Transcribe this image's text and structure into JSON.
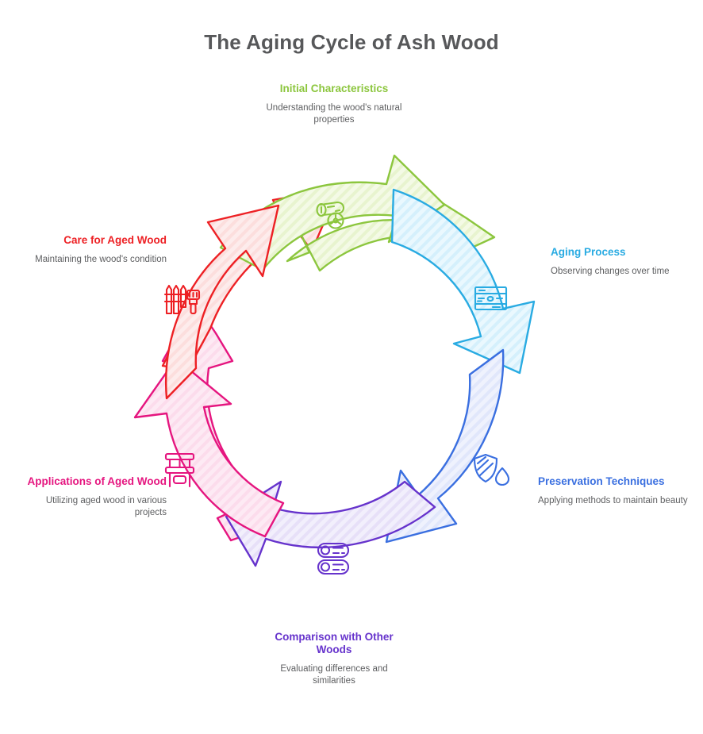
{
  "page": {
    "title": "The Aging Cycle of Ash Wood",
    "title_color": "#57585a",
    "background": "#ffffff",
    "diagram_type": "circular-cycle",
    "direction": "clockwise",
    "step_count": 6
  },
  "chart_data": {
    "type": "cycle-diagram",
    "title": "The Aging Cycle of Ash Wood",
    "steps": [
      {
        "index": 1,
        "label": "Initial Characteristics",
        "description": "Understanding the wood's natural properties",
        "color": "#8cc63e",
        "fill": "#f2f9e2",
        "icon": "log-rings-icon",
        "position": "top"
      },
      {
        "index": 2,
        "label": "Aging Process",
        "description": "Observing changes over time",
        "color": "#29abe2",
        "fill": "#e5f6fd",
        "icon": "wood-plank-icon",
        "position": "top-right"
      },
      {
        "index": 3,
        "label": "Preservation Techniques",
        "description": "Applying methods to maintain beauty",
        "color": "#3a6fe0",
        "fill": "#e9eefc",
        "icon": "shield-droplet-icon",
        "position": "bottom-right"
      },
      {
        "index": 4,
        "label": "Comparison with Other Woods",
        "description": "Evaluating differences and similarities",
        "color": "#6633cc",
        "fill": "#eeeafb",
        "icon": "stacked-logs-icon",
        "position": "bottom"
      },
      {
        "index": 5,
        "label": "Applications of Aged Wood",
        "description": "Utilizing aged wood in various projects",
        "color": "#e5157f",
        "fill": "#fde3f1",
        "icon": "furniture-table-icon",
        "position": "bottom-left"
      },
      {
        "index": 6,
        "label": "Care for Aged Wood",
        "description": "Maintaining the wood's condition",
        "color": "#ed2024",
        "fill": "#fde6e5",
        "icon": "fence-brush-icon",
        "position": "top-left"
      }
    ]
  }
}
